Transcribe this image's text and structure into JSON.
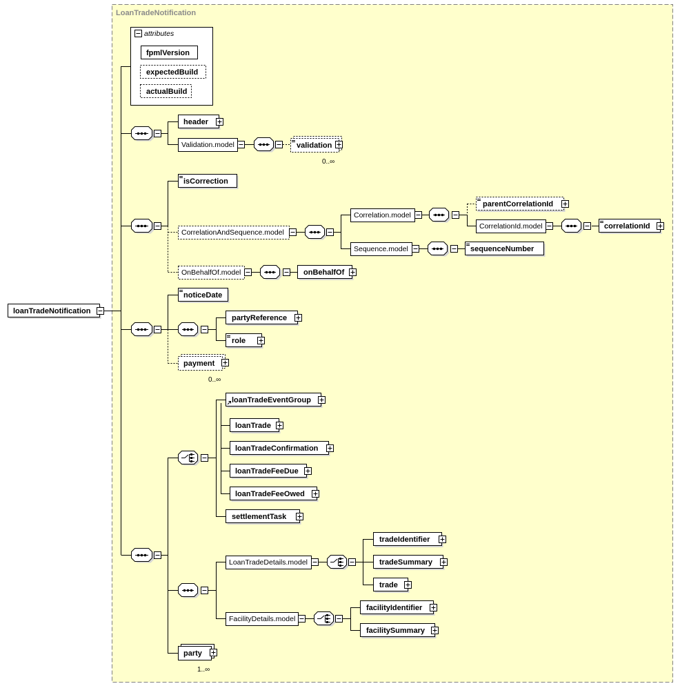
{
  "complex_type": "LoanTradeNotification",
  "attributes_label": "attributes",
  "root": "loanTradeNotification",
  "attributes": [
    "fpmlVersion",
    "expectedBuild",
    "actualBuild"
  ],
  "header": "header",
  "validation_model": "Validation.model",
  "validation": "validation",
  "validation_card": "0..∞",
  "is_correction": "isCorrection",
  "correlation_and_sequence_model": "CorrelationAndSequence.model",
  "correlation_model": "Correlation.model",
  "parent_correlation_id": "parentCorrelationId",
  "correlation_id_model": "CorrelationId.model",
  "correlation_id": "correlationId",
  "sequence_model": "Sequence.model",
  "sequence_number": "sequenceNumber",
  "on_behalf_of_model": "OnBehalfOf.model",
  "on_behalf_of": "onBehalfOf",
  "notice_date": "noticeDate",
  "party_reference": "partyReference",
  "role": "role",
  "payment": "payment",
  "payment_card": "0..∞",
  "choice_items": [
    "loanTradeEventGroup",
    "loanTrade",
    "loanTradeConfirmation",
    "loanTradeFeeDue",
    "loanTradeFeeOwed"
  ],
  "settlement_task": "settlementTask",
  "loan_trade_details_model": "LoanTradeDetails.model",
  "loan_trade_details_items": [
    "tradeIdentifier",
    "tradeSummary",
    "trade"
  ],
  "facility_details_model": "FacilityDetails.model",
  "facility_details_items": [
    "facilityIdentifier",
    "facilitySummary"
  ],
  "party": "party",
  "party_card": "1..∞"
}
